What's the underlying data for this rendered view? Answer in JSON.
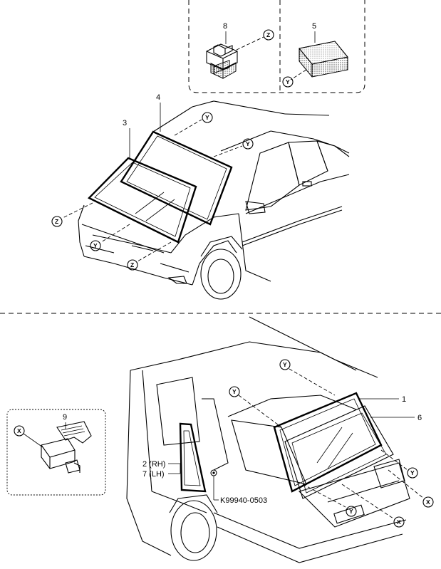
{
  "callouts": {
    "c1": "1",
    "c2": "2 (RH)",
    "c7": "7 (LH)",
    "c3": "3",
    "c4": "4",
    "c5": "5",
    "c6": "6",
    "c8": "8",
    "c9": "9",
    "part_number": "K99940-0503"
  },
  "markers": {
    "x": "X",
    "y": "Y",
    "z": "Z"
  }
}
